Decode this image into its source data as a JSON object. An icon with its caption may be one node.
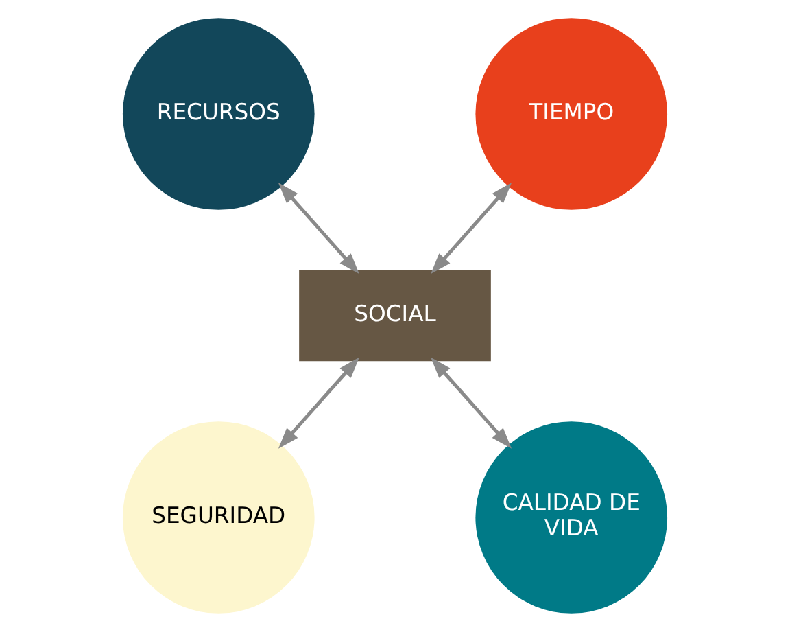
{
  "diagram": {
    "nodes": [
      {
        "text": [
          "RECURSOS"
        ]
      },
      {
        "text": [
          "TIEMPO"
        ]
      },
      {
        "text": [
          "SOCIAL"
        ]
      },
      {
        "text": [
          "SEGURIDAD"
        ]
      },
      {
        "text": [
          "CALIDAD DE VIDA"
        ]
      }
    ],
    "edges": [
      {
        "from": 2,
        "to": 0,
        "arrow": "both"
      },
      {
        "from": 2,
        "to": 1,
        "arrow": "both"
      },
      {
        "from": 2,
        "to": 3,
        "arrow": "both"
      },
      {
        "from": 2,
        "to": 4,
        "arrow": "both"
      }
    ]
  }
}
